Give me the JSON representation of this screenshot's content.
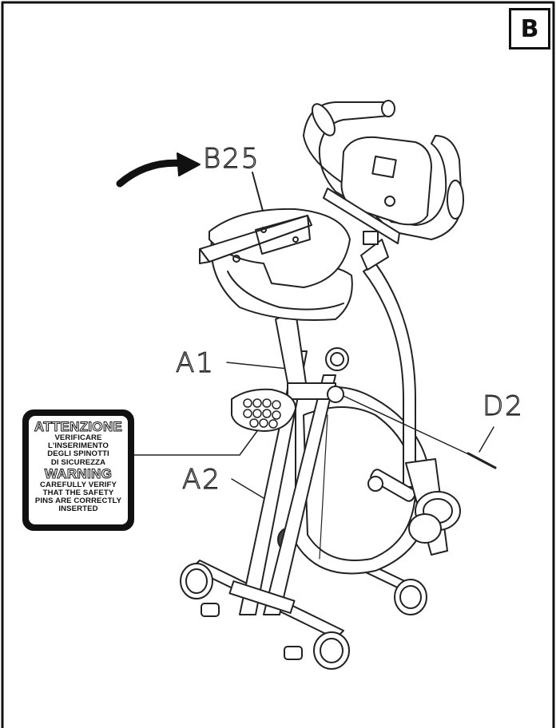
{
  "step": {
    "letter": "B"
  },
  "parts": {
    "b25": "B25",
    "a1": "A1",
    "a2": "A2",
    "d2": "D2"
  },
  "warning_label": {
    "title_it": "ATTENZIONE",
    "body_it": [
      "VERIFICARE",
      "L'INSERIMENTO",
      "DEGLI SPINOTTI",
      "DI SICUREZZA"
    ],
    "title_en": "WARNING",
    "body_en": [
      "CAREFULLY VERIFY",
      "THAT THE SAFETY",
      "PINS ARE CORRECTLY",
      "INSERTED"
    ]
  },
  "colors": {
    "line": "#222222",
    "background": "#ffffff"
  }
}
